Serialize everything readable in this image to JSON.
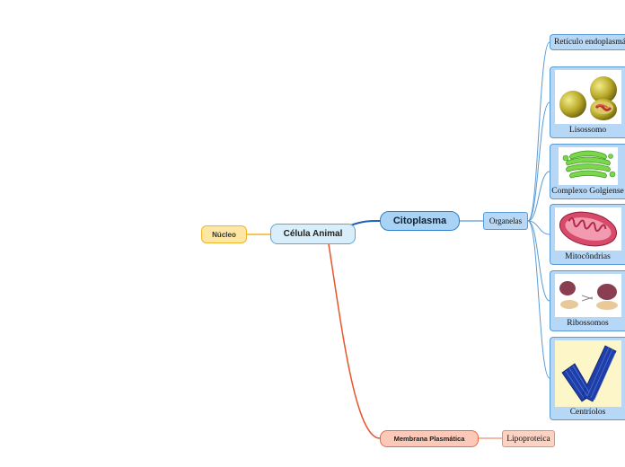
{
  "mindmap": {
    "central": "Célula Animal",
    "nucleo": "Núcleo",
    "citoplasma": "Citoplasma",
    "organelas": "Organelas",
    "organelles": [
      {
        "label": "Retículo endoplasmático",
        "icon": "endoplasmic-reticulum"
      },
      {
        "label": "Lisossomo",
        "icon": "lysosome-image"
      },
      {
        "label": "Complexo Golgiense",
        "icon": "golgi-apparatus-image"
      },
      {
        "label": "Mitocôndrias",
        "icon": "mitochondria-image"
      },
      {
        "label": "Ribossomos",
        "icon": "ribosome-image"
      },
      {
        "label": "Centríolos",
        "icon": "centriole-image"
      }
    ],
    "membrana": "Membrana Plasmática",
    "lipoproteica": "Lipoproteica"
  },
  "colors": {
    "nucleo_branch": "#f0b429",
    "citoplasma_branch": "#1f5fb5",
    "membrana_branch": "#e8542c",
    "organelle_branch": "#5b9bd5"
  }
}
